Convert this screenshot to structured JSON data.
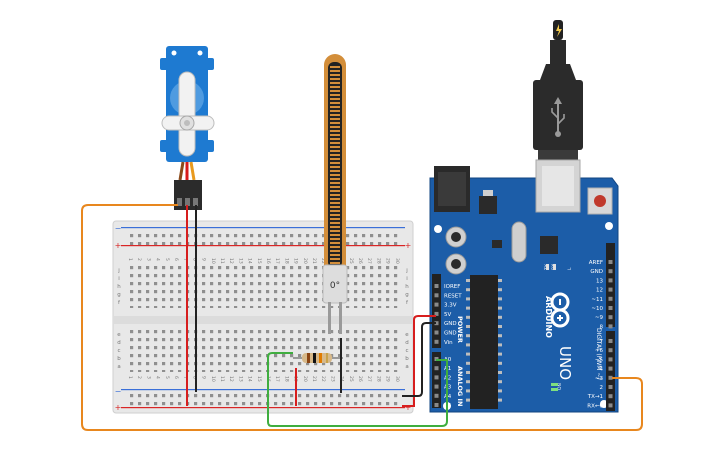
{
  "colors": {
    "background": "#ffffff",
    "breadboard": "#e6e6e6",
    "rail_red": "#d92525",
    "rail_blue": "#3a6fd8",
    "board_blue": "#1c5da8",
    "wire_orange": "#e8871e",
    "wire_green": "#3fae3f",
    "wire_red": "#d71e1e",
    "wire_black": "#222222",
    "servo_blue": "#1e7ad1",
    "flex_sensor": "#d38e3a"
  },
  "icons": {
    "usb": "usb-icon",
    "power_bolt": "lightning-icon",
    "arduino_logo": "infinity-logo-icon"
  },
  "flex_sensor": {
    "angle_label": "0°"
  },
  "breadboard": {
    "rail_plus": "+",
    "rail_minus": "−",
    "row_letters_top": [
      "f",
      "g",
      "h",
      "i",
      "j"
    ],
    "row_letters_bottom": [
      "a",
      "b",
      "c",
      "d",
      "e"
    ],
    "column_numbers": [
      "1",
      "2",
      "3",
      "4",
      "5",
      "6",
      "7",
      "8",
      "9",
      "10",
      "11",
      "12",
      "13",
      "14",
      "15",
      "16",
      "17",
      "18",
      "19",
      "20",
      "21",
      "22",
      "23",
      "24",
      "25",
      "26",
      "27",
      "28",
      "29",
      "30"
    ]
  },
  "arduino": {
    "brand": "ARDUINO",
    "model": "UNO",
    "power_header_title": "POWER",
    "power_pins": [
      "IOREF",
      "RESET",
      "3.3V",
      "5V",
      "GND",
      "GND",
      "Vin"
    ],
    "analog_header_title": "ANALOG IN",
    "analog_pins": [
      "A0",
      "A1",
      "A2",
      "A3",
      "A4",
      "A5"
    ],
    "digital_header_title": "DIGITAL (PWM ~)",
    "digital_pins_top": [
      "AREF",
      "GND",
      "13",
      "12",
      "~11",
      "~10",
      "~9",
      "8"
    ],
    "digital_pins_bottom": [
      "7",
      "~6",
      "~5",
      "4",
      "~3",
      "2",
      "TX→1",
      "RX←0"
    ],
    "led_labels": [
      "TX",
      "RX",
      "L",
      "ON"
    ]
  }
}
